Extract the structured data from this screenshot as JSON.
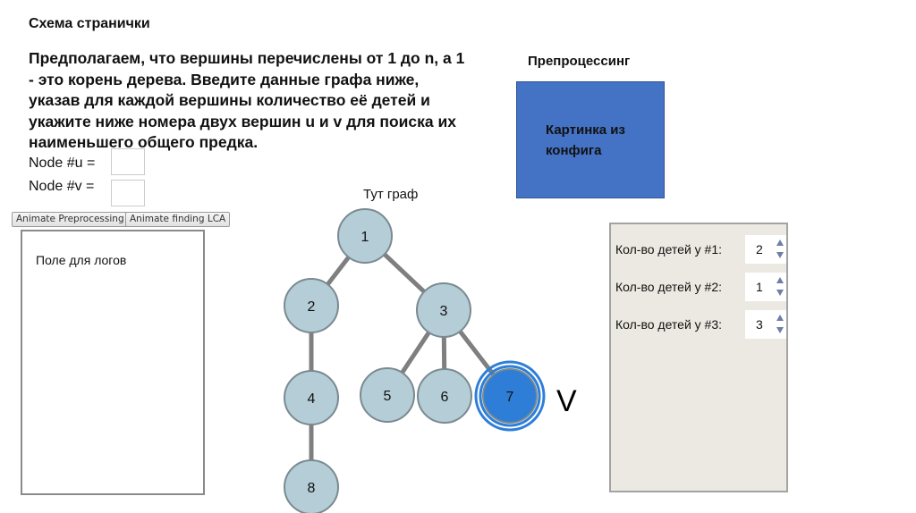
{
  "page": {
    "title": "Схема странички",
    "description": "Предполагаем, что вершины перечислены от 1 до n, а 1 - это корень дерева. Введите данные графа ниже, указав для каждой вершины количество её детей и укажите ниже номера двух вершин u и v для поиска их наименьшего общего предка."
  },
  "inputs": {
    "node_u": {
      "label": "Node #u =",
      "value": ""
    },
    "node_v": {
      "label": "Node #v =",
      "value": ""
    }
  },
  "buttons": {
    "animate_preprocessing": "Animate Preprocessing",
    "animate_lca": "Animate finding LCA"
  },
  "log": {
    "placeholder": "Поле для логов"
  },
  "preprocessing": {
    "title": "Препроцессинг",
    "image_placeholder": "Картинка из конфига",
    "box_color": "#4472c4"
  },
  "graph": {
    "title": "Тут граф",
    "nodes": [
      {
        "id": "1",
        "highlight": false
      },
      {
        "id": "2",
        "highlight": false
      },
      {
        "id": "3",
        "highlight": false
      },
      {
        "id": "4",
        "highlight": false
      },
      {
        "id": "5",
        "highlight": false
      },
      {
        "id": "6",
        "highlight": false
      },
      {
        "id": "7",
        "highlight": true
      },
      {
        "id": "8",
        "highlight": false
      }
    ],
    "edges": [
      [
        "1",
        "2"
      ],
      [
        "1",
        "3"
      ],
      [
        "2",
        "4"
      ],
      [
        "4",
        "8"
      ],
      [
        "3",
        "5"
      ],
      [
        "3",
        "6"
      ],
      [
        "3",
        "7"
      ]
    ],
    "marker_label": "V",
    "marker_node": "7",
    "node_color": "#b4cdd6",
    "highlight_color": "#2e7ed8",
    "edge_color": "#7f7f7f"
  },
  "children_panel": {
    "rows": [
      {
        "label": "Кол-во детей у #1:",
        "value": "2"
      },
      {
        "label": "Кол-во детей у #2:",
        "value": "1"
      },
      {
        "label": "Кол-во детей у #3:",
        "value": "3"
      }
    ]
  }
}
